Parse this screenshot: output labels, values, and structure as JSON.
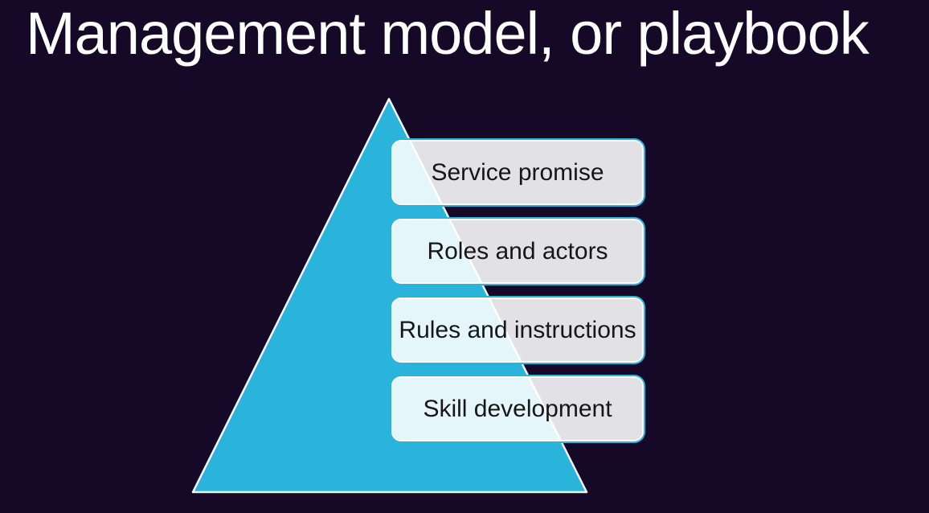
{
  "slide": {
    "title": "Management model, or playbook"
  },
  "pyramid": {
    "levels": [
      {
        "label": "Service promise"
      },
      {
        "label": "Roles and actors"
      },
      {
        "label": "Rules and instructions"
      },
      {
        "label": "Skill development"
      }
    ]
  },
  "theme": {
    "background": "#160928",
    "title_color": "#ffffff",
    "accent_cyan": "#2ab4dc",
    "triangle_stroke": "#f4f8fb",
    "box_fill": "rgba(255,255,255,0.88)",
    "box_inner_stroke": "rgba(255,255,255,0.85)",
    "label_color": "#161616"
  }
}
